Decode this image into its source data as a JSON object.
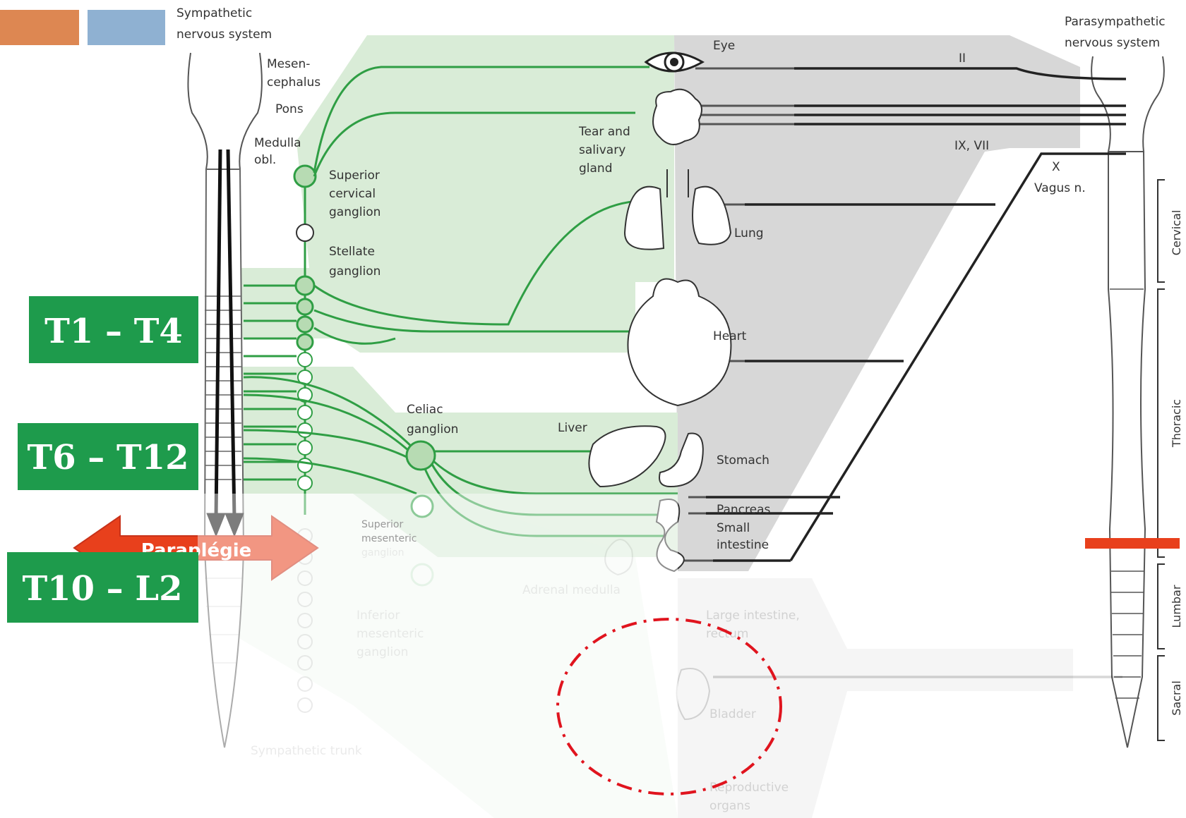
{
  "sympathetic_title": [
    "Sympathetic",
    "nervous system"
  ],
  "parasympathetic_title": [
    "Parasympathetic",
    "nervous system"
  ],
  "brain_labels": {
    "mesencephalus": [
      "Mesen-",
      "cephalus"
    ],
    "pons": "Pons",
    "medulla": [
      "Medulla",
      "obl."
    ]
  },
  "ganglia": {
    "superior_cervical": [
      "Superior",
      "cervical",
      "ganglion"
    ],
    "stellate": [
      "Stellate",
      "ganglion"
    ],
    "celiac": [
      "Celiac",
      "ganglion"
    ],
    "superior_mesenteric": [
      "Superior",
      "mesenteric",
      "ganglion"
    ],
    "inferior_mesenteric": [
      "Inferior",
      "mesenteric",
      "ganglion"
    ],
    "sympathetic_trunk": "Sympathetic trunk"
  },
  "organs": {
    "eye": "Eye",
    "gland": [
      "Tear and",
      "salivary",
      "gland"
    ],
    "lung": "Lung",
    "heart": "Heart",
    "liver": "Liver",
    "stomach": "Stomach",
    "pancreas": "Pancreas",
    "small_intestine": [
      "Small",
      "intestine"
    ],
    "adrenal": "Adrenal medulla",
    "large_intestine": [
      "Large intestine,",
      "rectum"
    ],
    "bladder": "Bladder",
    "reproductive": [
      "Reproductive",
      "organs"
    ]
  },
  "nerves": {
    "cn2": "II",
    "cn9_7": "IX, VII",
    "x": "X",
    "vagus": "Vagus n."
  },
  "segments": [
    "Cervical",
    "Thoracic",
    "Lumbar",
    "Sacral"
  ],
  "badges": [
    "T1 – T4",
    "T6 – T12",
    "T10 – L2"
  ],
  "paraplegia_label": "Paraplégie",
  "colors": {
    "orange_block": "#dd8752",
    "blue_block": "#8fb1d2",
    "badge_green": "#1e9b4c",
    "fiber_green": "#2f9e44",
    "region_green": "#d9ecd7",
    "region_gray": "#d7d7d7",
    "arrow_red": "#e8401c",
    "circle_red": "#e0141e"
  }
}
